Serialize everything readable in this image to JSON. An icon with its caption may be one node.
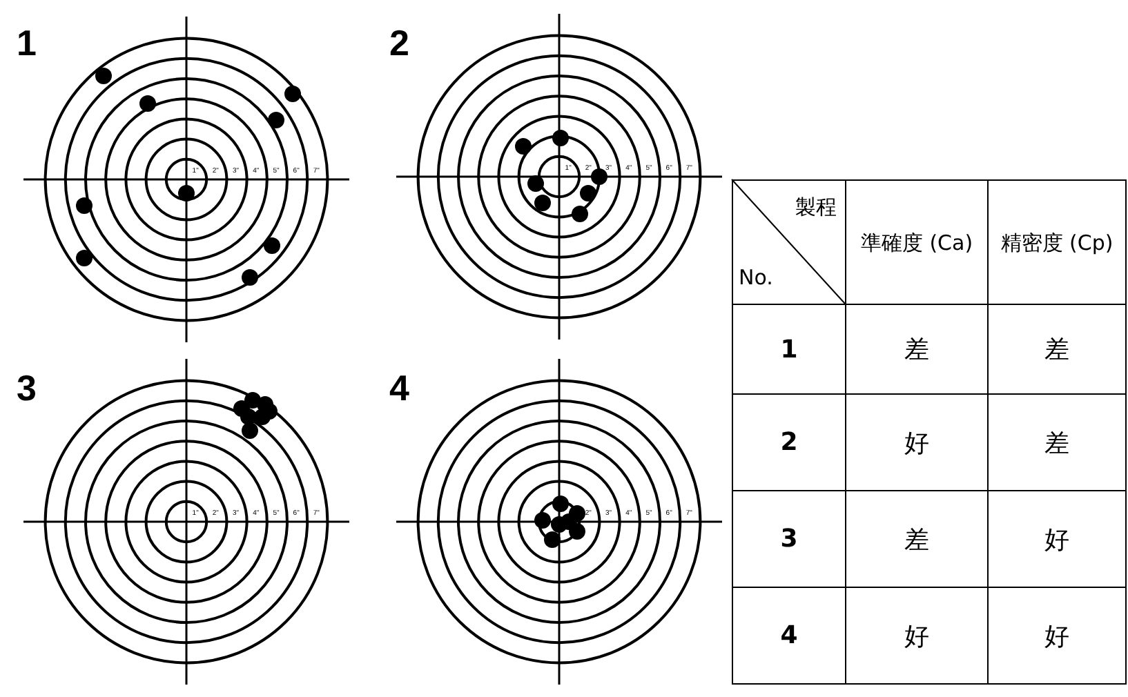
{
  "diagram": {
    "labels": [
      "1",
      "1\"",
      "2\"",
      "3\"",
      "4\"",
      "5\"",
      "6\"",
      "7\"",
      "2",
      "1\"",
      "2\"",
      "3\"",
      "4\"",
      "5\"",
      "6\"",
      "7\"",
      "3",
      "1\"",
      "2\"",
      "3\"",
      "4\"",
      "5\"",
      "6\"",
      "7\"",
      "4",
      "2\"",
      "3\"",
      "4\"",
      "5\"",
      "6\"",
      "7\"",
      "製程",
      "No.",
      "準確度 (Ca)",
      "精密度 (Cp)",
      "1",
      "差",
      "差",
      "2",
      "好",
      "差",
      "3",
      "差",
      "好",
      "4",
      "好",
      "好"
    ]
  }
}
